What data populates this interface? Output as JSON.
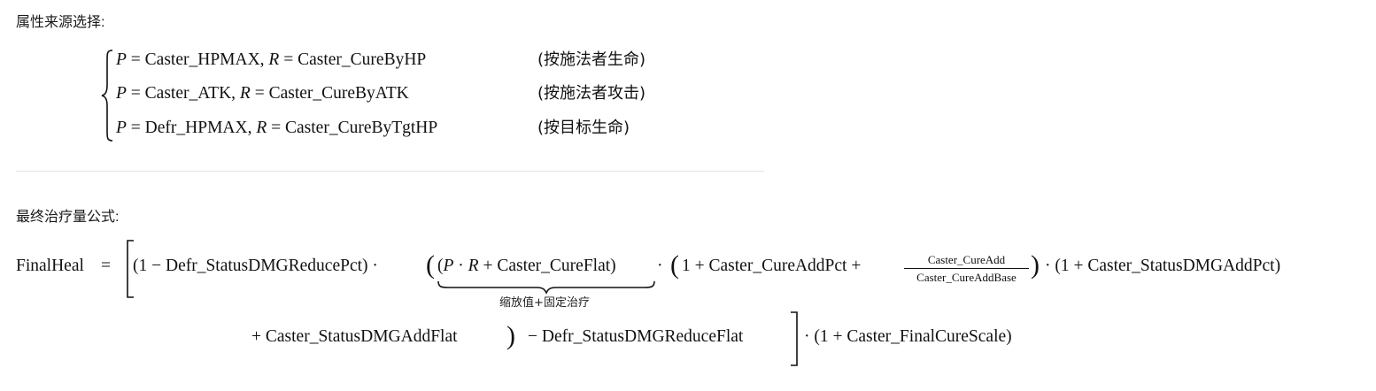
{
  "section1": {
    "label": "属性来源选择:",
    "cases": [
      {
        "p_sym": "P",
        "eq": " = ",
        "p_val": "Caster_HPMAX,",
        "r_sym": "R",
        "r_eq": " = ",
        "r_val": "Caster_CureByHP",
        "note": "(按施法者生命)"
      },
      {
        "p_sym": "P",
        "eq": " = ",
        "p_val": "Caster_ATK,",
        "r_sym": "R",
        "r_eq": " = ",
        "r_val": "Caster_CureByATK",
        "note": "(按施法者攻击)"
      },
      {
        "p_sym": "P",
        "eq": " = ",
        "p_val": "Defr_HPMAX,",
        "r_sym": "R",
        "r_eq": " = ",
        "r_val": "Caster_CureByTgtHP",
        "note": "(按目标生命)"
      }
    ]
  },
  "section2": {
    "label": "最终治疗量公式:",
    "lhs": "FinalHeal",
    "eq": "=",
    "t1": "(1 − Defr_StatusDMGReducePct) ·",
    "t2_open": "(",
    "t3_open": "(",
    "t3_p": "P",
    "t3_dot": " · ",
    "t3_r": "R",
    "t3_rest": " + Caster_CureFlat)",
    "underbrace_label": "缩放值+固定治疗",
    "t4": "·",
    "t5_open": "(",
    "t5_body": "1 + Caster_CureAddPct +",
    "frac_num": "Caster_CureAdd",
    "frac_den": "Caster_CureAddBase",
    "t5_close": ")",
    "t6": "· (1 + Caster_StatusDMGAddPct)",
    "line2_a": "+  Caster_StatusDMGAddFlat",
    "line2_close": ")",
    "line2_b": "−  Defr_StatusDMGReduceFlat",
    "line2_c": "· (1 + Caster_FinalCureScale)"
  }
}
